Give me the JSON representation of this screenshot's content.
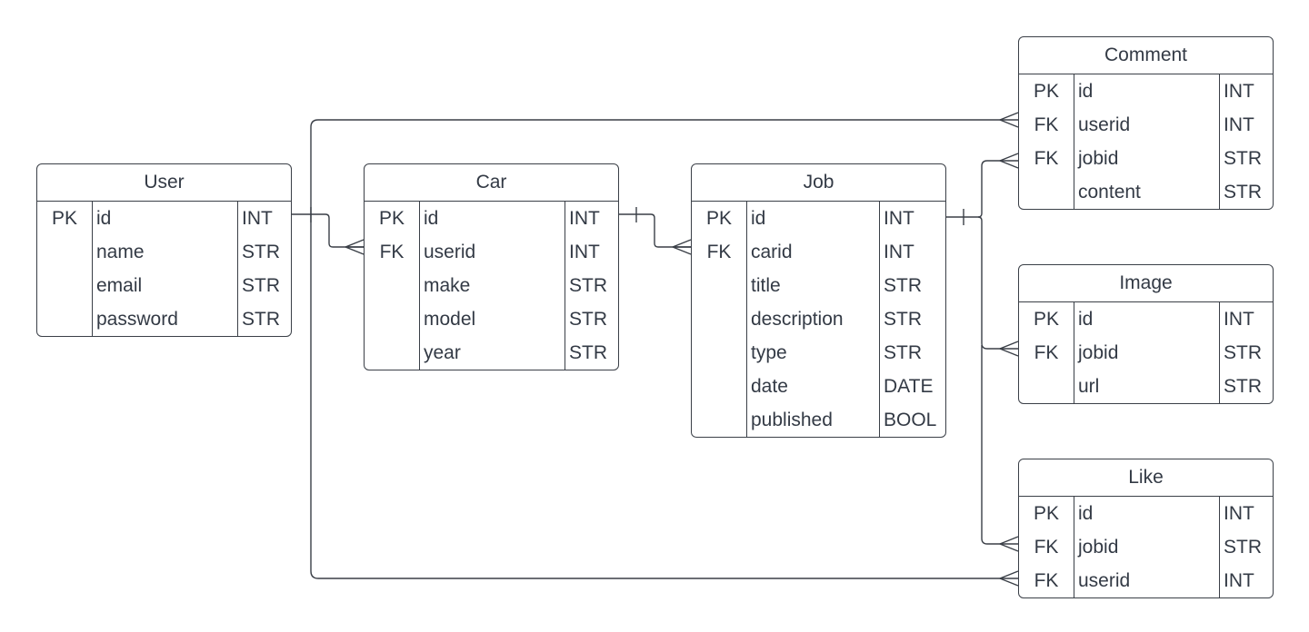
{
  "entities": {
    "user": {
      "title": "User",
      "rows": [
        {
          "key": "PK",
          "name": "id",
          "type": "INT"
        },
        {
          "key": "",
          "name": "name",
          "type": "STR"
        },
        {
          "key": "",
          "name": "email",
          "type": "STR"
        },
        {
          "key": "",
          "name": "password",
          "type": "STR"
        }
      ]
    },
    "car": {
      "title": "Car",
      "rows": [
        {
          "key": "PK",
          "name": "id",
          "type": "INT"
        },
        {
          "key": "FK",
          "name": "userid",
          "type": "INT"
        },
        {
          "key": "",
          "name": "make",
          "type": "STR"
        },
        {
          "key": "",
          "name": "model",
          "type": "STR"
        },
        {
          "key": "",
          "name": "year",
          "type": "STR"
        }
      ]
    },
    "job": {
      "title": "Job",
      "rows": [
        {
          "key": "PK",
          "name": "id",
          "type": "INT"
        },
        {
          "key": "FK",
          "name": "carid",
          "type": "INT"
        },
        {
          "key": "",
          "name": "title",
          "type": "STR"
        },
        {
          "key": "",
          "name": "description",
          "type": "STR"
        },
        {
          "key": "",
          "name": "type",
          "type": "STR"
        },
        {
          "key": "",
          "name": "date",
          "type": "DATE"
        },
        {
          "key": "",
          "name": "published",
          "type": "BOOL"
        }
      ]
    },
    "comment": {
      "title": "Comment",
      "rows": [
        {
          "key": "PK",
          "name": "id",
          "type": "INT"
        },
        {
          "key": "FK",
          "name": "userid",
          "type": "INT"
        },
        {
          "key": "FK",
          "name": "jobid",
          "type": "STR"
        },
        {
          "key": "",
          "name": "content",
          "type": "STR"
        }
      ]
    },
    "image": {
      "title": "Image",
      "rows": [
        {
          "key": "PK",
          "name": "id",
          "type": "INT"
        },
        {
          "key": "FK",
          "name": "jobid",
          "type": "STR"
        },
        {
          "key": "",
          "name": "url",
          "type": "STR"
        }
      ]
    },
    "like": {
      "title": "Like",
      "rows": [
        {
          "key": "PK",
          "name": "id",
          "type": "INT"
        },
        {
          "key": "FK",
          "name": "jobid",
          "type": "STR"
        },
        {
          "key": "FK",
          "name": "userid",
          "type": "INT"
        }
      ]
    }
  }
}
